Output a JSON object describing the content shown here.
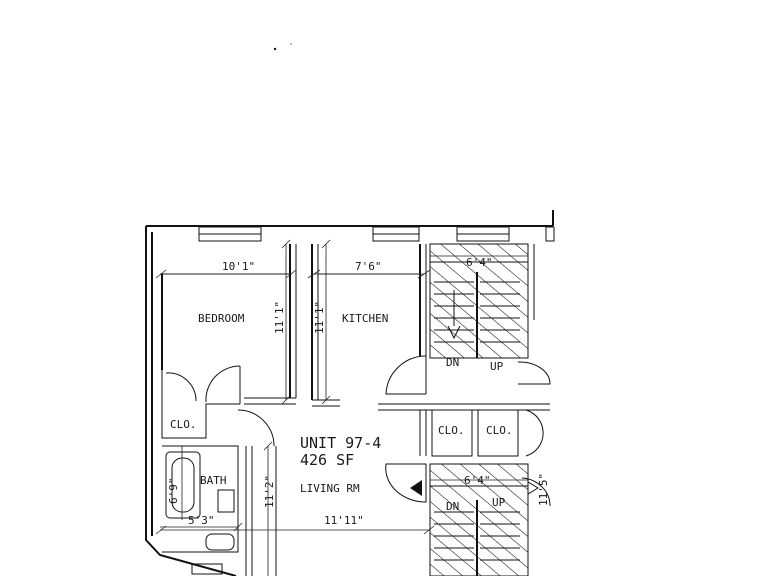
{
  "floor_plan": {
    "unit": {
      "name": "UNIT 97-4",
      "area": "426 SF"
    },
    "rooms": {
      "bedroom": "BEDROOM",
      "kitchen": "KITCHEN",
      "living": "LIVING RM",
      "bath": "BATH",
      "closet": "CLO."
    },
    "dimensions": {
      "bedroom_width": "10'1\"",
      "kitchen_width": "7'6\"",
      "bedroom_depth": "11'1\"",
      "kitchen_depth": "11'1\"",
      "living_depth": "11'2\"",
      "living_width": "11'11\"",
      "bath_depth": "6'9\"",
      "bath_width": "5'3\"",
      "stair_upper_width": "6'4\"",
      "stair_lower_width": "6'4\"",
      "right_edge": "11'5\""
    },
    "stairs": {
      "down": "DN",
      "up": "UP"
    }
  }
}
